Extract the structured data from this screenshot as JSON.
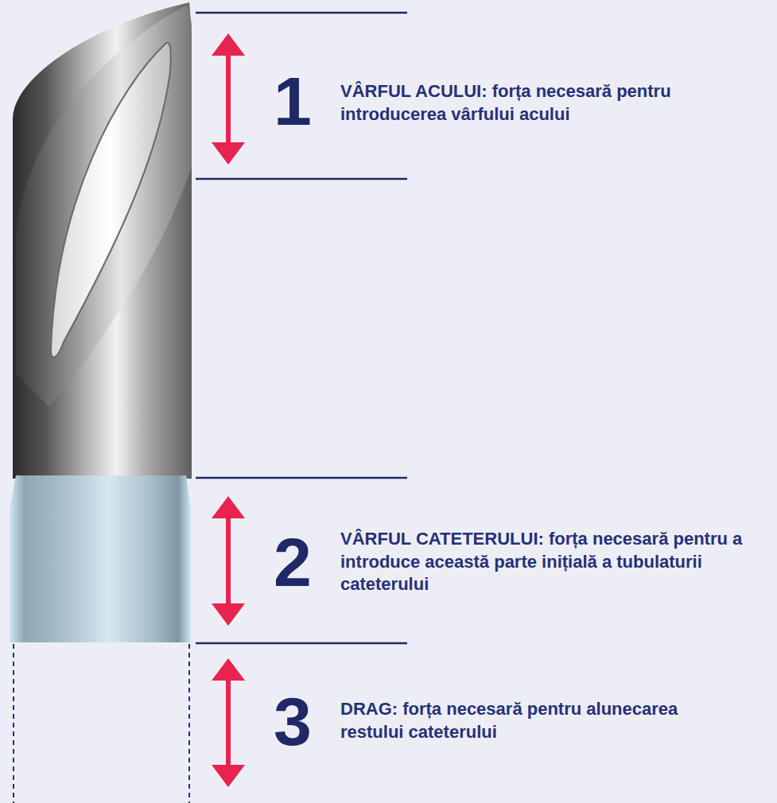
{
  "diagram": {
    "labels": [
      "1",
      "VÂRFUL ACULUI: forța necesară pentru introducerea vârfului acului",
      "2",
      "VÂRFUL CATETERULUI: forța necesară pentru a introduce această parte inițială a tubulaturii cateterului",
      "3",
      "DRAG: forța necesară pentru alunecarea restului cateterului"
    ]
  }
}
